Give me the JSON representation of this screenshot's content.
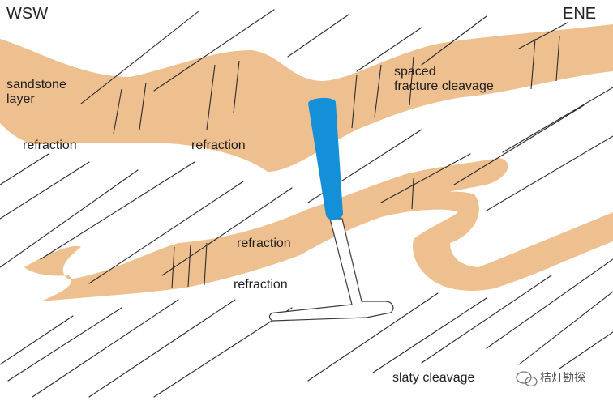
{
  "orientation": {
    "left": "WSW",
    "right": "ENE"
  },
  "labels": {
    "sandstone": "sandstone\nlayer",
    "spaced": "spaced\nfracture cleavage",
    "refraction": "refraction",
    "slaty": "slaty cleavage"
  },
  "watermark": "桔灯勘探",
  "colors": {
    "sandstone": "#efc08f",
    "hammer_handle": "#1490d8",
    "lines": "#2b2b2b",
    "background": "#ffffff"
  },
  "icons": {
    "watermark_logo": "wechat-logo-icon"
  }
}
